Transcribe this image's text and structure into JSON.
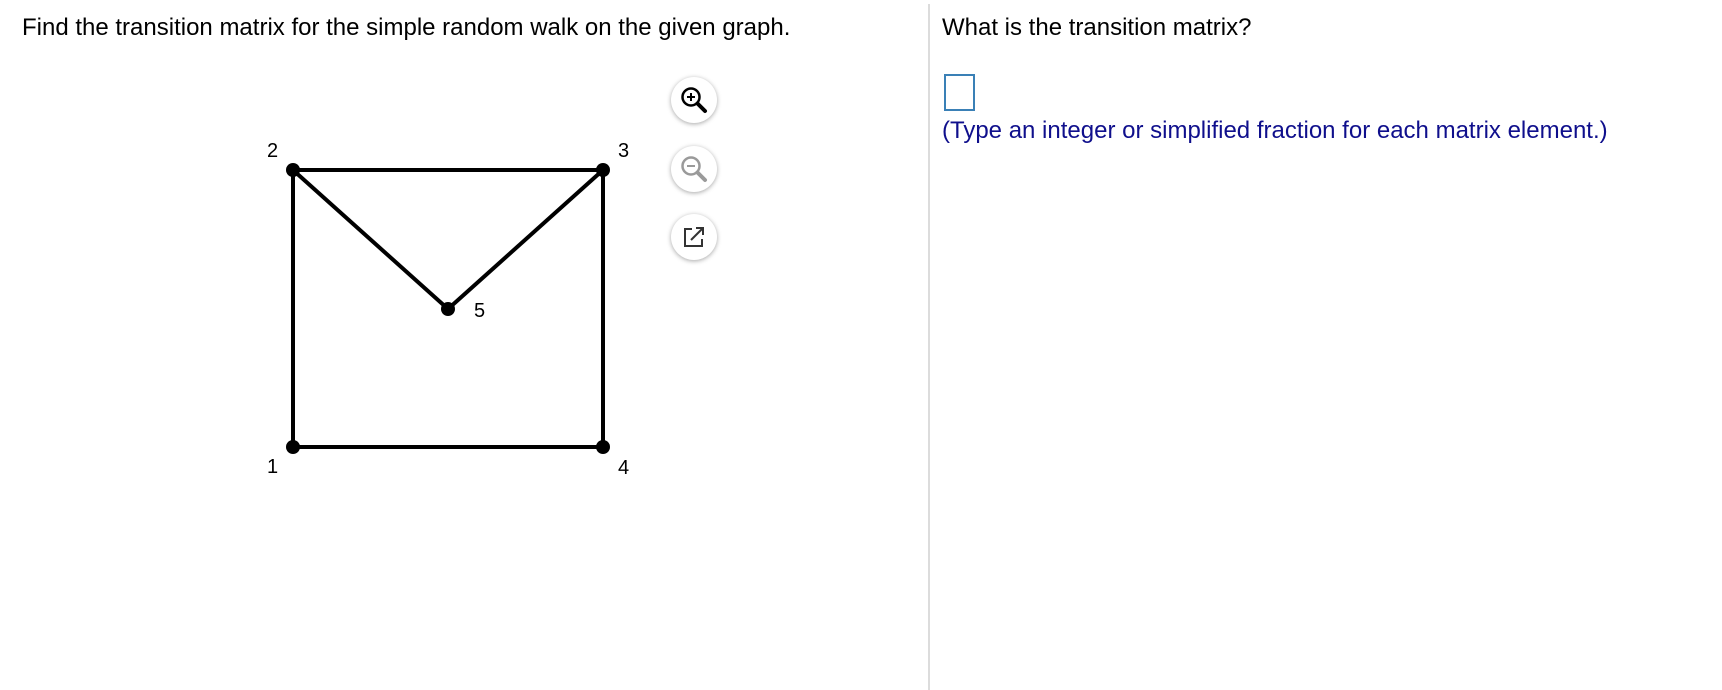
{
  "question": {
    "instruction": "Find the transition matrix for the simple random walk on the given graph."
  },
  "graph": {
    "vertices": [
      {
        "id": 1,
        "label": "1"
      },
      {
        "id": 2,
        "label": "2"
      },
      {
        "id": 3,
        "label": "3"
      },
      {
        "id": 4,
        "label": "4"
      },
      {
        "id": 5,
        "label": "5"
      }
    ],
    "edges": [
      [
        1,
        2
      ],
      [
        2,
        3
      ],
      [
        3,
        4
      ],
      [
        1,
        4
      ],
      [
        2,
        5
      ],
      [
        3,
        5
      ]
    ]
  },
  "tools": {
    "zoom_in": "zoom-in-icon",
    "zoom_out": "zoom-out-icon",
    "popout": "popout-icon"
  },
  "answer": {
    "prompt": "What is the transition matrix?",
    "value": "",
    "hint": "(Type an integer or simplified fraction for each matrix element.)"
  },
  "colors": {
    "hint": "#0f0f8c",
    "input_border": "#3a80b6",
    "divider": "#dcdcdc"
  }
}
